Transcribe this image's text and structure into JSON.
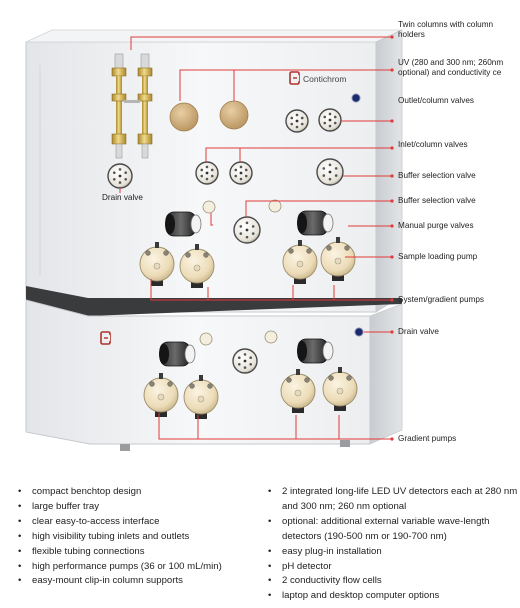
{
  "brand": {
    "name": "Contichrom"
  },
  "labels": {
    "twin_columns": "Twin columns with column holders",
    "uv_detector": "UV (280 and 300 nm; 260nm optional) and conductivity ce",
    "outlet_valves": "Outlet/column valves",
    "inlet_valves": "Inlet/column valves",
    "buffer_valve_1": "Buffer selection valve",
    "buffer_valve_2": "Buffer selection valve",
    "manual_purge": "Manual purge valves",
    "sample_pump": "Sample loading pump",
    "system_pumps": "System/gradient pumps",
    "drain_valve_right": "Drain valve",
    "gradient_pumps": "Gradient pumps",
    "drain_valve_left": "Drain valve"
  },
  "features_left": [
    "compact benchtop design",
    "large buffer tray",
    "clear easy-to-access interface",
    "high visibility tubing inlets and outlets",
    "flexible tubing connections",
    "high performance pumps (36 or 100 mL/min)",
    "easy-mount clip-in column supports"
  ],
  "features_right": [
    "2 integrated long-life LED UV detectors each at 280 nm and 300 nm; 260 nm optional",
    "optional: additional external variable wave-length detectors (190-500 nm or 190-700 nm)",
    "easy plug-in installation",
    "pH detector",
    "2 conductivity flow cells",
    "laptop and desktop computer options"
  ],
  "colors": {
    "casing": "#eeeff1",
    "casing_shade": "#d8dade",
    "leader_line": "#e23a3a",
    "pump_head": "#f1e5c8",
    "detector_cap": "#d3b488",
    "column_gold": "#c9a646",
    "status_led": "#1a2a6c"
  },
  "icons": [
    "contichrom-logo-icon",
    "status-led-icon"
  ]
}
